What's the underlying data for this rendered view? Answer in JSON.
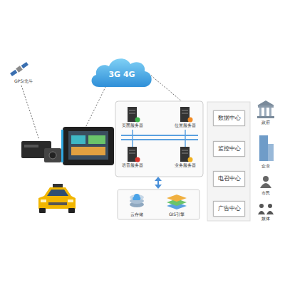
{
  "diagram": {
    "nodes": [
      {
        "text": [
          "GPS/北斗"
        ]
      },
      {
        "text": [
          "3G 4G"
        ]
      },
      {
        "text": [
          "页面服务器"
        ]
      },
      {
        "text": [
          "位置服务器"
        ]
      },
      {
        "text": [
          "语音服务器"
        ]
      },
      {
        "text": [
          "业务服务器"
        ]
      },
      {
        "text": [
          "云存储"
        ]
      },
      {
        "text": [
          "GIS引擎"
        ]
      },
      {
        "text": [
          "数据中心"
        ]
      },
      {
        "text": [
          "监控中心"
        ]
      },
      {
        "text": [
          "电召中心"
        ]
      },
      {
        "text": [
          "广告中心"
        ]
      },
      {
        "text": [
          "政府"
        ]
      },
      {
        "text": [
          "企业"
        ]
      },
      {
        "text": [
          "市民"
        ]
      },
      {
        "text": [
          "媒体"
        ]
      }
    ]
  }
}
